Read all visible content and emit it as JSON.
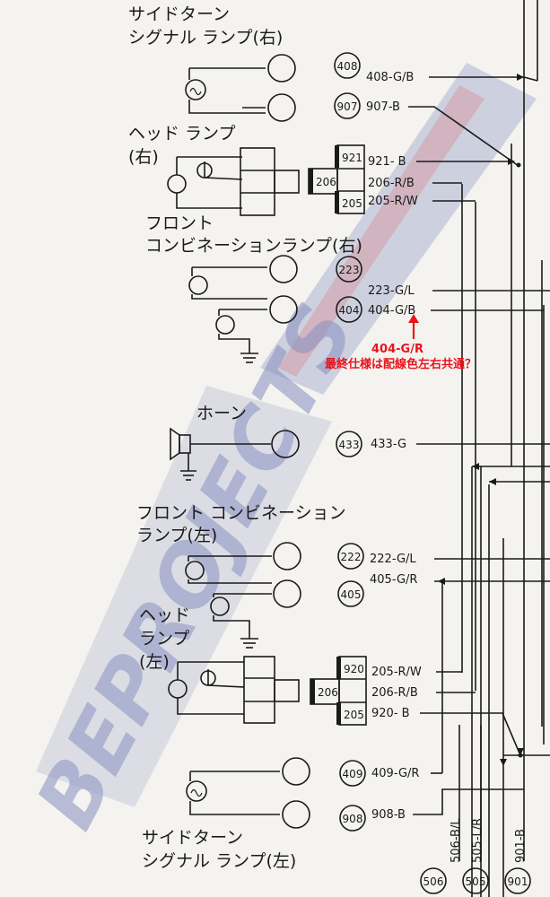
{
  "watermark": "BEPROJECTS",
  "labels": {
    "side_turn_r_1": "サイドターン",
    "side_turn_r_2": "シグナル ランプ(右)",
    "head_r_1": "ヘッド ランプ",
    "head_r_2": "(右)",
    "front_combo_r_1": "フロント",
    "front_combo_r_2": "コンビネーションランプ(右)",
    "horn": "ホーン",
    "front_combo_l_1": "フロント コンビネーション",
    "front_combo_l_2": "ランプ(左)",
    "head_l_1": "ヘッド",
    "head_l_2": "ランプ",
    "head_l_3": "(左)",
    "side_turn_l_1": "サイドターン",
    "side_turn_l_2": "シグナル ランプ(左)"
  },
  "connectors": {
    "c408": "408",
    "c907": "907",
    "c223": "223",
    "c404": "404",
    "c433": "433",
    "c222": "222",
    "c405": "405",
    "c409": "409",
    "c908": "908",
    "c506": "506",
    "c505": "505",
    "c901": "901"
  },
  "blocks": {
    "r_921": "921",
    "r_206": "206",
    "r_205": "205",
    "l_920": "920",
    "l_206": "206",
    "l_205": "205"
  },
  "wires": {
    "w408": "408-G/B",
    "w907": "907-B",
    "w921": "921-  B",
    "w206r": "206-R/B",
    "w205r": "205-R/W",
    "w223": "223-G/L",
    "w404": "404-G/B",
    "w433": "433-G",
    "w222": "222-G/L",
    "w405": "405-G/R",
    "w205l": "205-R/W",
    "w206l": "206-R/B",
    "w920": "920-  B",
    "w409": "409-G/R",
    "w908": "908-B",
    "w506": "506-B/L",
    "w505": "505-L/R",
    "w901": "901-B"
  },
  "annotation": {
    "value": "404-G/R",
    "text": "最終仕様は配線色左右共通？",
    "color": "#e8141c"
  },
  "colors": {
    "ink": "#1a1a1a",
    "paper": "#f4f3ef",
    "watermark": "#2f3f9a",
    "watermark_accent": "#c21f2c"
  }
}
